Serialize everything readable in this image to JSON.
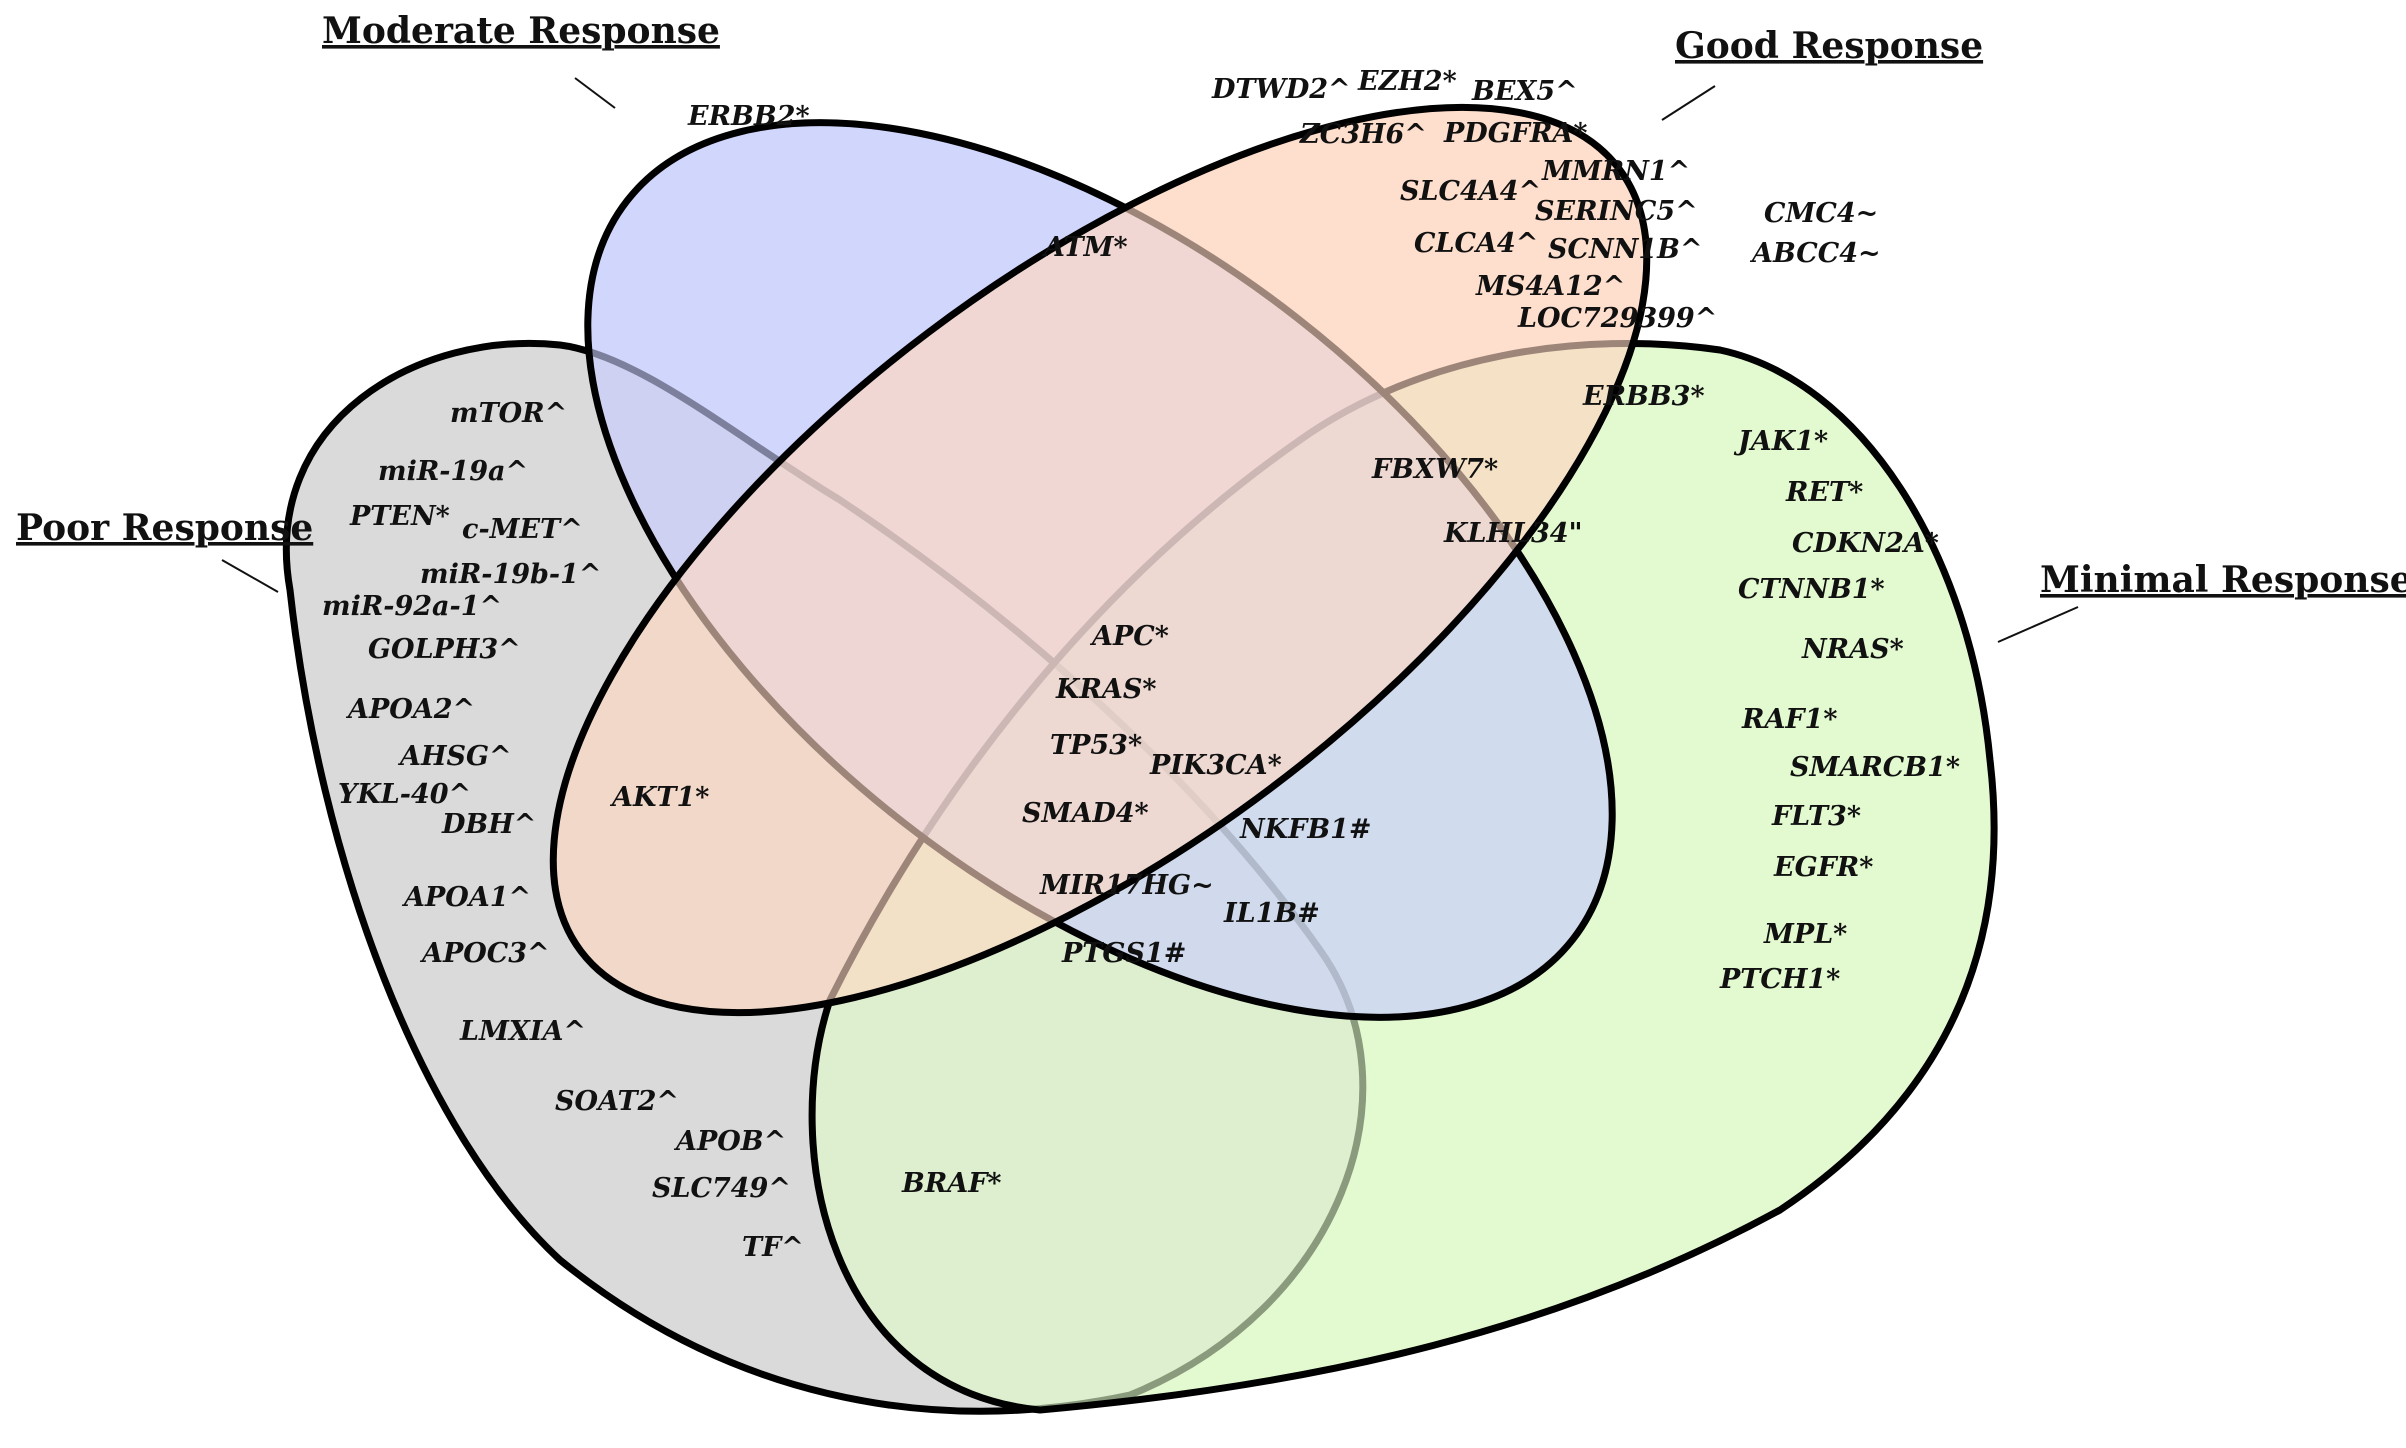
{
  "colors": {
    "moderate": "#c9cffb",
    "good": "#fdd9c3",
    "poor": "#d3d3d3",
    "minimal": "#dff9c9",
    "outline": "#000000"
  },
  "sets": {
    "moderate": "Moderate Response",
    "good": "Good Response",
    "poor": "Poor Response",
    "minimal": "Minimal Response"
  },
  "regions": {
    "moderate_only": [
      "ERBB2*"
    ],
    "good_only": [
      "DTWD2^",
      "EZH2*",
      "BEX5^",
      "ZC3H6^",
      "PDGFRA*",
      "MMRN1^",
      "SLC4A4^",
      "SERINC5^",
      "CLCA4^",
      "SCNN1B^",
      "MS4A12^",
      "LOC729399^"
    ],
    "outside": [
      "CMC4~",
      "ABCC4~"
    ],
    "moderate_good": [
      "ATM*"
    ],
    "good_minimal": [
      "ERBB3*"
    ],
    "good_poor_minimal": [
      "FBXW7*",
      "KLHL34\""
    ],
    "minimal_only": [
      "JAK1*",
      "RET*",
      "CDKN2A*",
      "CTNNB1*",
      "NRAS*",
      "RAF1*",
      "SMARCB1*",
      "FLT3*",
      "EGFR*",
      "MPL*",
      "PTCH1*"
    ],
    "poor_only": [
      "mTOR^",
      "miR-19a^",
      "PTEN*",
      "c-MET^",
      "miR-19b-1^",
      "miR-92a-1^",
      "GOLPH3^",
      "APOA2^",
      "AHSG^",
      "YKL-40^",
      "DBH^",
      "APOA1^",
      "APOC3^",
      "LMXIA^",
      "SOAT2^",
      "APOB^",
      "SLC749^",
      "TF^"
    ],
    "poor_moderate": [
      "AKT1*"
    ],
    "all_four": [
      "APC*",
      "KRAS*",
      "TP53*",
      "PIK3CA*",
      "SMAD4*",
      "NKFB1#",
      "MIR17HG~",
      "IL1B#",
      "PTGS1#"
    ],
    "poor_minimal": [
      "BRAF*"
    ]
  }
}
